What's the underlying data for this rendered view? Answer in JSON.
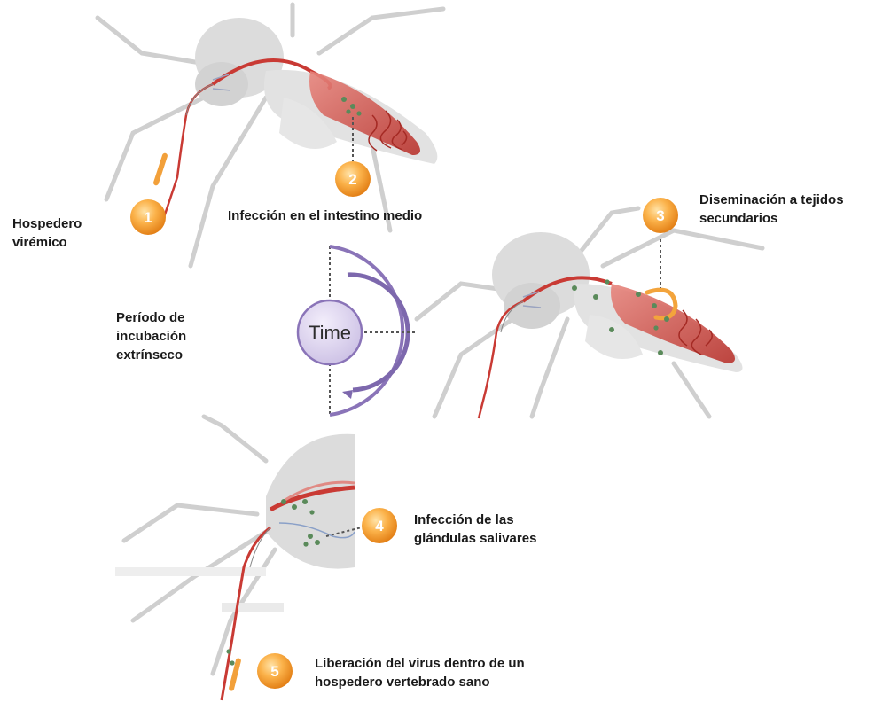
{
  "labels": {
    "step1": [
      "Hospedero",
      "virémico"
    ],
    "step2": [
      "Infección en el intestino medio"
    ],
    "step3": [
      "Diseminación a tejidos",
      "secundarios"
    ],
    "step4": [
      "Infección de las",
      "glándulas salivares"
    ],
    "step5": [
      "Liberación del virus dentro de un",
      "hospedero vertebrado sano"
    ],
    "incubation": [
      "Período de",
      "incubación",
      "extrínseco"
    ]
  },
  "badges": [
    "1",
    "2",
    "3",
    "4",
    "5"
  ],
  "time_label": "Time",
  "colors": {
    "badge_light": "#ffd27a",
    "badge_dark": "#f08a1a",
    "gut": "#c9463f",
    "gut_light": "#e9a09a",
    "virus": "#5a8a5a",
    "time_ring": "#8a74b8",
    "time_circle": "#ddd3ef",
    "body_gray": "#d9d9d9",
    "leg_gray": "#c8c8c8"
  }
}
